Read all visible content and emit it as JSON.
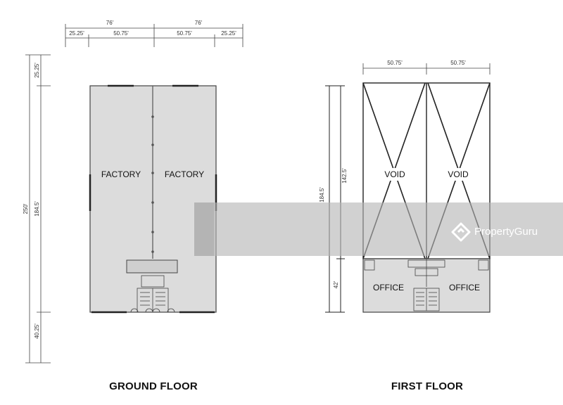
{
  "ground_floor": {
    "caption": "GROUND FLOOR",
    "rooms": [
      "FACTORY",
      "FACTORY"
    ],
    "dims_top_total": [
      "76'",
      "76'"
    ],
    "dims_top_parts": [
      "25.25'",
      "50.75'",
      "50.75'",
      "25.25'"
    ],
    "dim_total_height": "250'",
    "dims_left_parts": [
      "25.25'",
      "184.5'",
      "40.25'"
    ]
  },
  "first_floor": {
    "caption": "FIRST FLOOR",
    "voids": [
      "VOID",
      "VOID"
    ],
    "offices": [
      "OFFICE",
      "OFFICE"
    ],
    "dims_top": [
      "50.75'",
      "50.75'"
    ],
    "dim_outer": "184.5'",
    "dim_upper": "142.5'",
    "dim_lower": "42'"
  },
  "watermark": {
    "brand": "PropertyGuru",
    "icon": "propertyguru-logo-icon"
  },
  "colors": {
    "floor_fill": "#dcdcdc",
    "wall": "#333333",
    "watermark_band": "#b4b4b4"
  }
}
